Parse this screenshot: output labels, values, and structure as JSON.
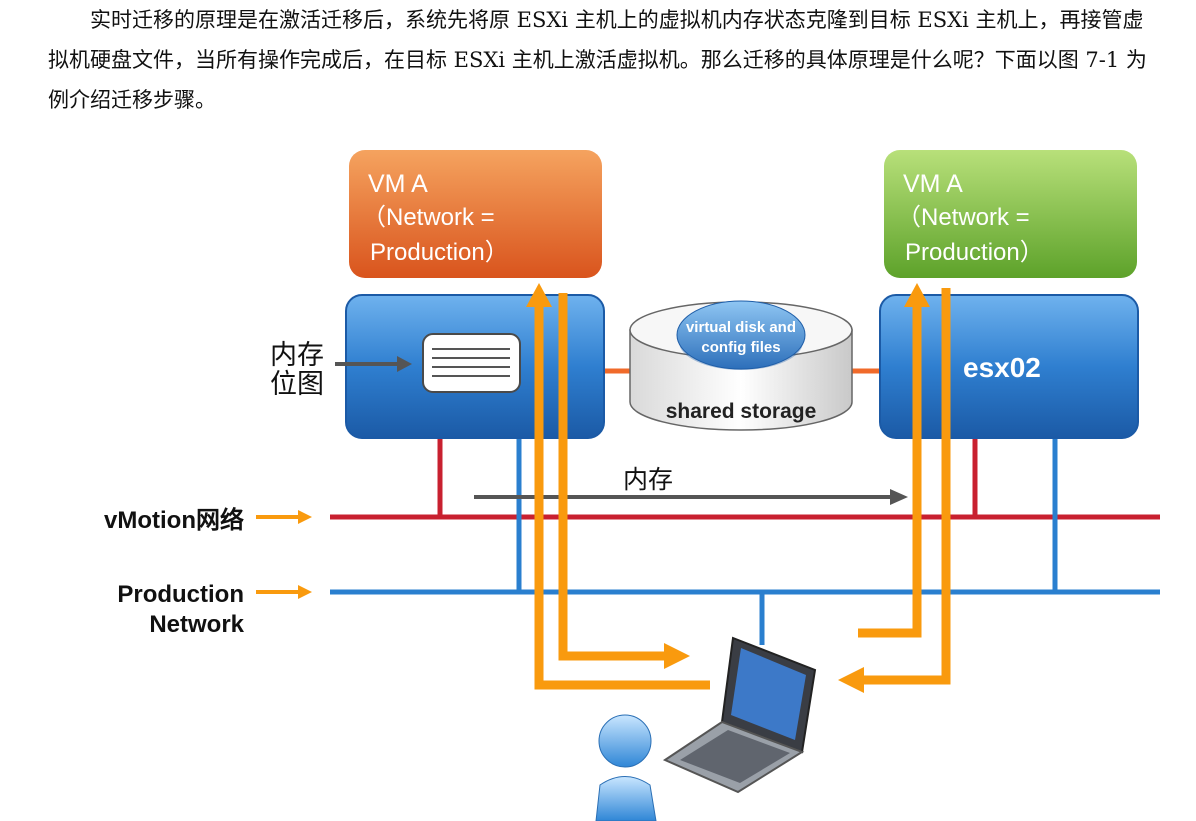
{
  "paragraph": "实时迁移的原理是在激活迁移后，系统先将原 ESXi 主机上的虚拟机内存状态克隆到目标 ESXi 主机上，再接管虚拟机硬盘文件，当所有操作完成后，在目标 ESXi 主机上激活虚拟机。那么迁移的具体原理是什么呢？下面以图 7-1 为例介绍迁移步骤。",
  "diagram": {
    "vm_left": {
      "line1": "VM A",
      "line2": "（Network =",
      "line3": "Production）"
    },
    "vm_right": {
      "line1": "VM A",
      "line2": "（Network =",
      "line3": "Production）"
    },
    "storage": {
      "inner_line1": "virtual disk and",
      "inner_line2": "config files",
      "label": "shared storage"
    },
    "host_right_label": "esx02",
    "memory_bitmap_label": {
      "line1": "内存",
      "line2": "位图"
    },
    "memory_arrow_label": "内存",
    "vmotion_label": "vMotion网络",
    "production_label": {
      "line1": "Production",
      "line2": "Network"
    }
  },
  "colors": {
    "vm_left": "#e6632a",
    "vm_right": "#7dbb3c",
    "host": "#2f7fd0",
    "vmotion_line": "#c8202f",
    "production_line": "#2a7fcf",
    "migration_arrows": "#f99a0e",
    "memory_arrow": "#555555"
  },
  "icons": [
    "memory-bitmap-icon",
    "laptop-icon",
    "user-icon",
    "shared-storage-icon"
  ]
}
